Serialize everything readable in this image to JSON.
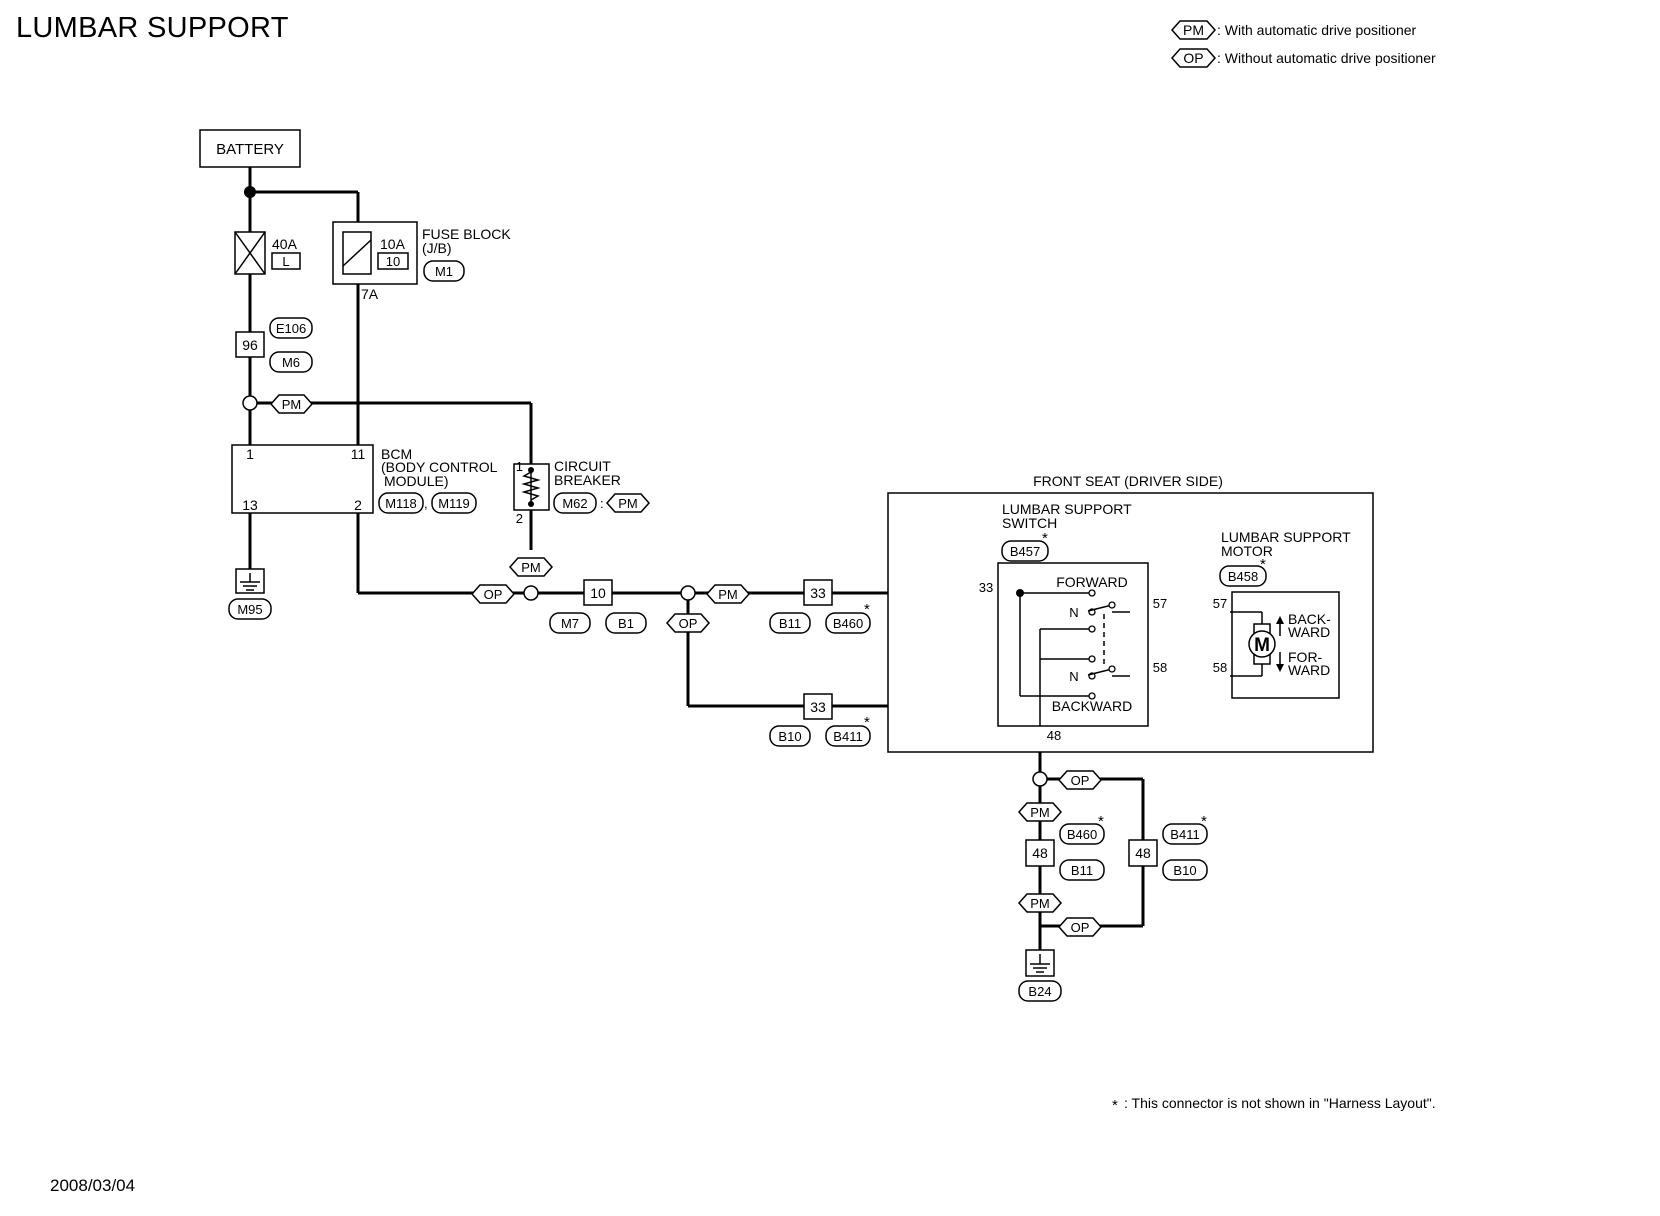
{
  "title": "LUMBAR SUPPORT",
  "date": "2008/03/04",
  "legend": {
    "pm_tag": "PM",
    "pm_text": ": With automatic drive positioner",
    "op_tag": "OP",
    "op_text": ": Without automatic drive positioner"
  },
  "footnote": ": This connector is not shown in \"Harness Layout\".",
  "star": "*",
  "labels": {
    "battery": "BATTERY",
    "fuse_40a": "40A",
    "fuse_40a_code": "L",
    "fuse_10a": "10A",
    "fuse_10a_code": "10",
    "fuse_block_1": "FUSE BLOCK",
    "fuse_block_2": "(J/B)",
    "pin_7a": "7A",
    "bcm_1": "BCM",
    "bcm_2": "(BODY CONTROL",
    "bcm_3": "MODULE)",
    "bcm_pin_1": "1",
    "bcm_pin_11": "11",
    "bcm_pin_13": "13",
    "bcm_pin_2": "2",
    "cb_1": "CIRCUIT",
    "cb_2": "BREAKER",
    "cb_pin_1": "1",
    "cb_pin_2": "2",
    "conn_96": "96",
    "conn_10": "10",
    "conn_33a": "33",
    "conn_33b": "33",
    "conn_48a": "48",
    "conn_48b": "48",
    "front_seat": "FRONT SEAT (DRIVER SIDE)",
    "switch_1": "LUMBAR SUPPORT",
    "switch_2": "SWITCH",
    "motor_1": "LUMBAR SUPPORT",
    "motor_2": "MOTOR",
    "forward": "FORWARD",
    "backward": "BACKWARD",
    "n_top": "N",
    "n_bot": "N",
    "pin_33": "33",
    "pin_57a": "57",
    "pin_57b": "57",
    "pin_58a": "58",
    "pin_58b": "58",
    "pin_48": "48",
    "back_1": "BACK-",
    "back_2": "WARD",
    "for_1": "FOR-",
    "for_2": "WARD",
    "motor_m": "M",
    "comma": ",",
    "colon": ":"
  },
  "connectors": {
    "e106": "E106",
    "m6": "M6",
    "m1": "M1",
    "m118": "M118",
    "m119": "M119",
    "m95": "M95",
    "m62": "M62",
    "m7": "M7",
    "b1": "B1",
    "b11": "B11",
    "b460": "B460",
    "b10": "B10",
    "b411": "B411",
    "b457": "B457",
    "b458": "B458",
    "b460b": "B460",
    "b11b": "B11",
    "b411b": "B411",
    "b10b": "B10",
    "b24": "B24"
  },
  "tags": {
    "pm": "PM",
    "op": "OP"
  }
}
